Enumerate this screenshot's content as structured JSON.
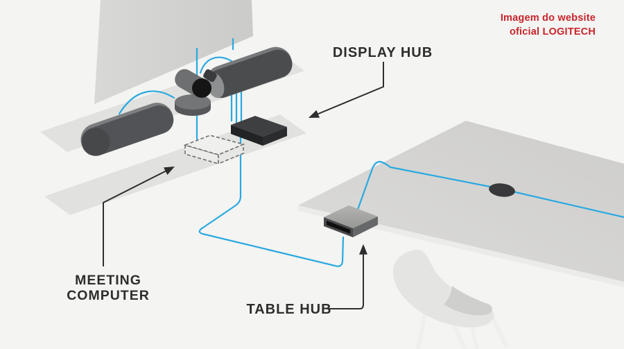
{
  "labels": {
    "display_hub": "DISPLAY HUB",
    "meeting_computer_line1": "MEETING",
    "meeting_computer_line2": "COMPUTER",
    "table_hub": "TABLE HUB"
  },
  "credit": {
    "line1": "Imagem do website",
    "line2": "oficial LOGITECH"
  },
  "colors": {
    "background": "#f4f4f2",
    "cable": "#29a9e0",
    "label_text": "#2d2d2d",
    "arrow": "#2e2e2e",
    "credit_text": "#c8242b"
  }
}
